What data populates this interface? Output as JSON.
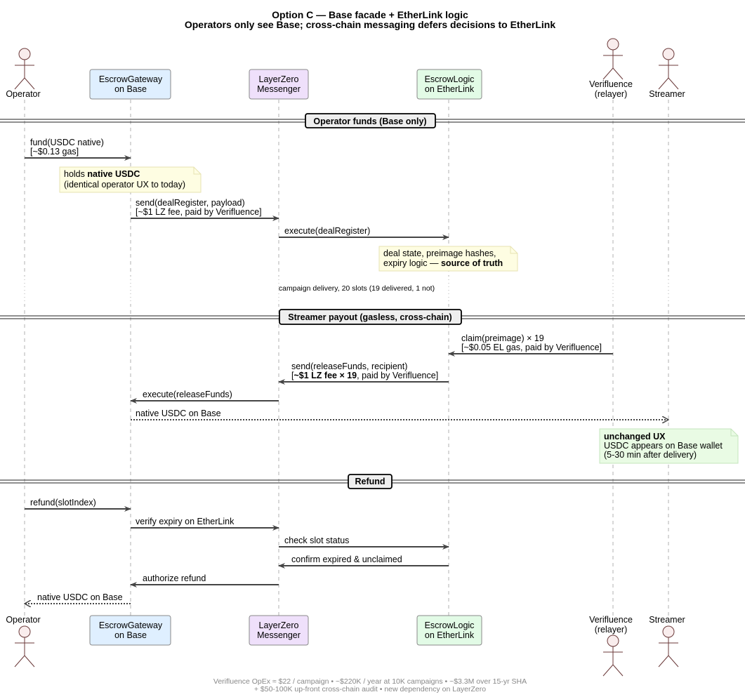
{
  "title": {
    "line1": "Option C — Base facade + EtherLink logic",
    "line2": "Operators only see Base; cross-chain messaging defers decisions to EtherLink"
  },
  "participants": {
    "operator": {
      "label": "Operator"
    },
    "gateway": {
      "line1": "EscrowGateway",
      "line2": "on Base",
      "color": "#dfefff"
    },
    "layerzero": {
      "line1": "LayerZero",
      "line2": "Messenger",
      "color": "#efe0fb"
    },
    "logic": {
      "line1": "EscrowLogic",
      "line2": "on EtherLink",
      "color": "#e2fbe6"
    },
    "verifluence": {
      "line1": "Verifluence",
      "line2": "(relayer)"
    },
    "streamer": {
      "label": "Streamer"
    }
  },
  "sections": {
    "fund": "Operator funds (Base only)",
    "payout": "Streamer payout (gasless, cross-chain)",
    "refund": "Refund"
  },
  "messages": {
    "fund": {
      "line1": "fund(USDC native)",
      "line2": "[~$0.13 gas]"
    },
    "send_register": {
      "line1": "send(dealRegister, payload)",
      "line2": "[~$1 LZ fee, paid by Verifluence]"
    },
    "execute_register": "execute(dealRegister)",
    "delay": "campaign delivery, 20 slots (19 delivered, 1 not)",
    "claim": {
      "line1": "claim(preimage) × 19",
      "line2": "[~$0.05 EL gas, paid by Verifluence]"
    },
    "send_release": {
      "line1": "send(releaseFunds, recipient)",
      "line2_prefix": "[",
      "line2_bold": "~$1 LZ fee × 19",
      "line2_suffix": ", paid by Verifluence]"
    },
    "execute_release": "execute(releaseFunds)",
    "native_streamer": "native USDC on Base",
    "refund": "refund(slotIndex)",
    "verify_expiry": "verify expiry on EtherLink",
    "check_slot": "check slot status",
    "confirm_expired": "confirm expired & unclaimed",
    "authorize_refund": "authorize refund",
    "native_operator": "native USDC on Base"
  },
  "notes": {
    "holds": {
      "line1_prefix": "holds ",
      "line1_bold": "native USDC",
      "line2": "(identical operator UX to today)"
    },
    "deal_state": {
      "line1": "deal state, preimage hashes,",
      "line2_prefix": "expiry logic — ",
      "line2_bold": "source of truth"
    },
    "unchanged": {
      "line1": "unchanged UX",
      "line2": "USDC appears on Base wallet",
      "line3": "(5-30 min after delivery)"
    }
  },
  "footer": {
    "line1": "Verifluence OpEx ≈ $22 / campaign  •  ~$220K / year at 10K campaigns  •  ~$3.3M over 15-yr SHA",
    "line2": "+ $50-100K up-front cross-chain audit  •  new dependency on LayerZero"
  }
}
